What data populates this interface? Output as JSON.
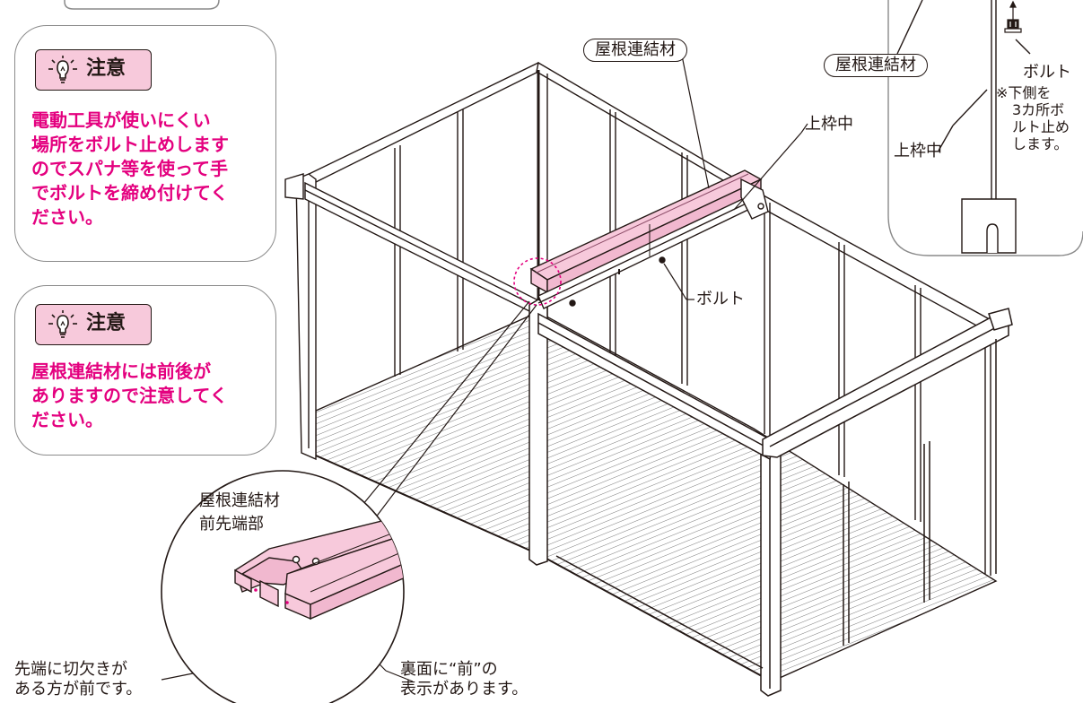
{
  "notes": [
    {
      "title": "注意",
      "lines": [
        "電動工具が使いにくい",
        "場所をボルト止めします",
        "のでスパナ等を使って手",
        "でボルトを締め付けてく",
        "ださい。"
      ]
    },
    {
      "title": "注意",
      "lines": [
        "屋根連結材には前後が",
        "ありますので注意してく",
        "ださい。"
      ]
    }
  ],
  "labels": {
    "roof_connector": "屋根連結材",
    "upper_frame_middle": "上枠中",
    "bolt": "ボルト"
  },
  "detail_inset": {
    "roof_connector": "屋根連結材",
    "upper_frame_middle": "上枠中",
    "bolt": "ボルト",
    "note_lines": [
      "※下側を",
      "3カ所ボ",
      "ルト止め",
      "します。"
    ]
  },
  "zoom_circle": {
    "title_lines": [
      "屋根連結材",
      "前先端部"
    ],
    "callout_front": [
      "先端に切欠きが",
      "ある方が前です。"
    ],
    "callout_back": [
      "裏面に“前”の",
      "表示があります。"
    ]
  },
  "colors": {
    "accent_pink": "#e4007f",
    "highlight_pink": "#f7c9db",
    "line": "#231815"
  },
  "icons": [
    "lightbulb-icon"
  ]
}
